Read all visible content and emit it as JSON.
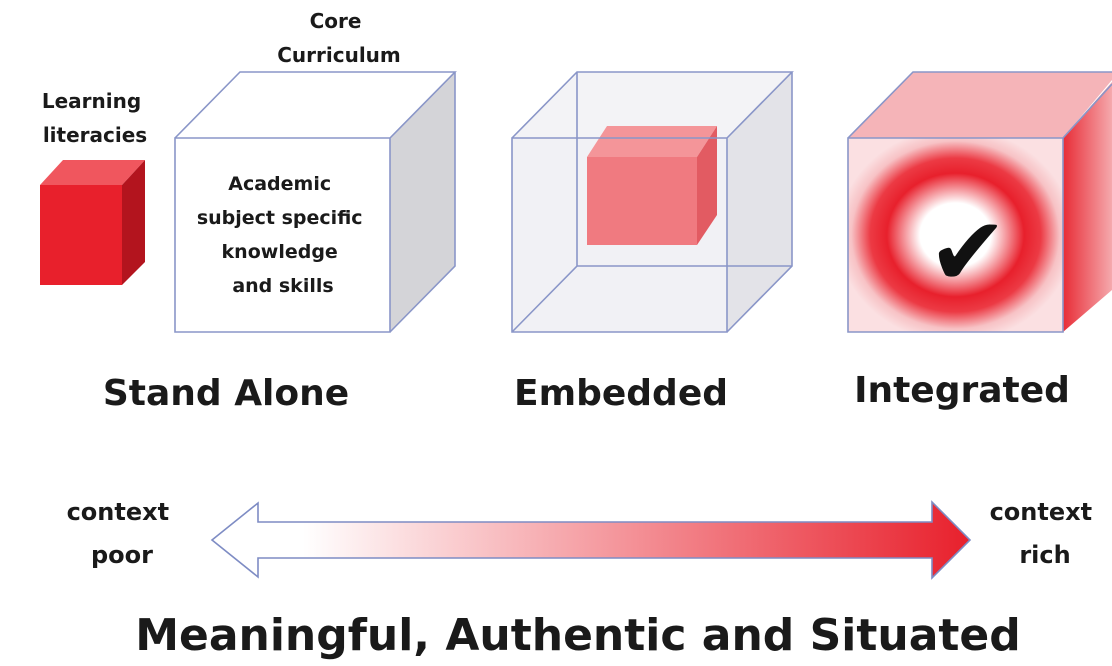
{
  "labels": {
    "learning_literacies": [
      "Learning",
      "literacies"
    ],
    "core_curriculum": [
      "Core",
      "Curriculum"
    ],
    "academic": [
      "Academic",
      "subject specific",
      "knowledge",
      "and skills"
    ]
  },
  "models": {
    "stand_alone": "Stand Alone",
    "embedded": "Embedded",
    "integrated": "Integrated"
  },
  "integrated_mark": "✔",
  "continuum": {
    "left": [
      "context",
      "poor"
    ],
    "right": [
      "context",
      "rich"
    ]
  },
  "footer": "Meaningful, Authentic and Situated",
  "colors": {
    "red": "#e8202c",
    "light_red": "#f07a80",
    "box_fill": "#ffffff",
    "box_side": "#d4d4d8",
    "edge": "#8a96c8"
  }
}
